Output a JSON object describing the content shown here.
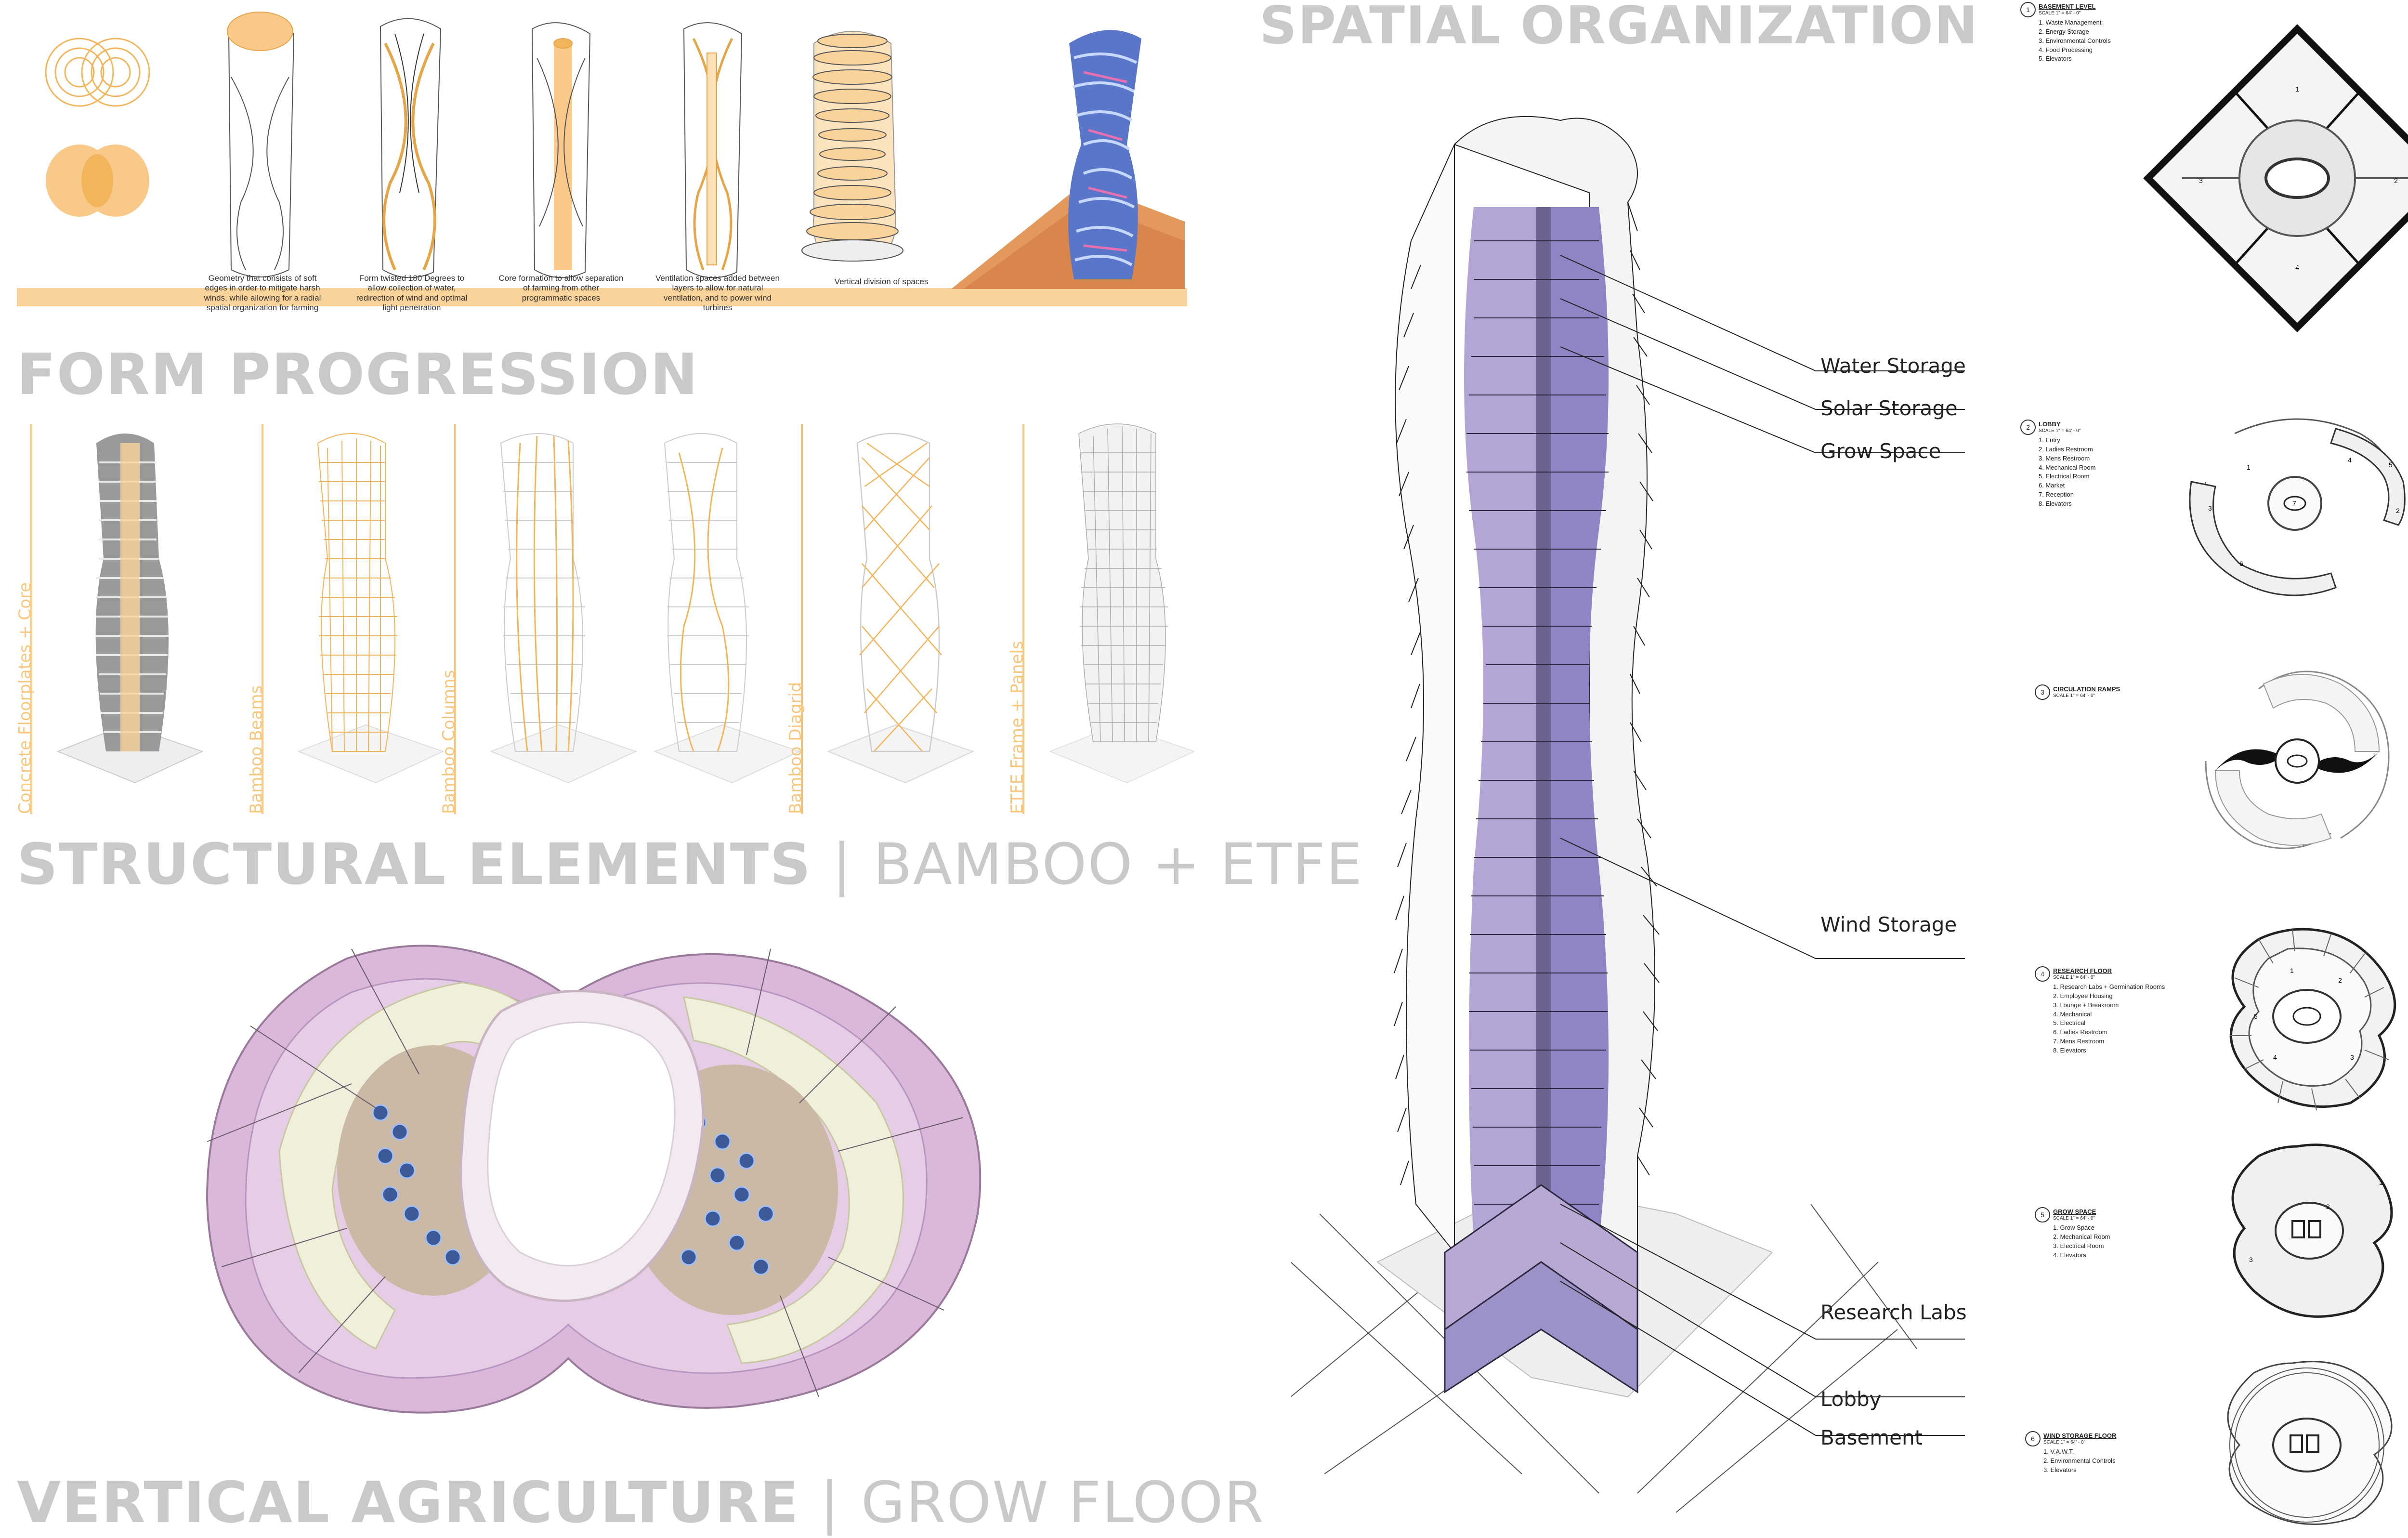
{
  "headings": {
    "form_progression": "FORM PROGRESSION",
    "structural_elements_bold": "STRUCTURAL ELEMENTS",
    "structural_elements_light": "BAMBOO + ETFE",
    "vertical_agriculture_bold": "VERTICAL AGRICULTURE",
    "vertical_agriculture_light": "GROW FLOOR",
    "spatial_organization": "SPATIAL ORGANIZATION",
    "divider": "|"
  },
  "form_steps": [
    {
      "caption": "Geometry that consists of soft edges in order to mitigate harsh winds, while allowing for a radial spatial organization for farming"
    },
    {
      "caption": "Form twisted 180 Degrees to allow collection of water, redirection of wind and optimal light penetration"
    },
    {
      "caption": "Core formation to allow separation of farming from other programmatic spaces"
    },
    {
      "caption": "Ventilation spaces added between layers to allow for natural ventilation, and to power wind turbines"
    },
    {
      "caption": "Vertical division of spaces"
    }
  ],
  "structural_labels": [
    "Concrete Floorplates + Core",
    "Bamboo Beams",
    "Bamboo Columns",
    "Bamboo Diagrid",
    "ETFE Frame + Panels"
  ],
  "section_labels": [
    "Water Storage",
    "Solar Storage",
    "Grow Space",
    "Wind Storage",
    "Research Labs",
    "Lobby",
    "Basement"
  ],
  "plans": [
    {
      "number": "1",
      "title": "BASEMENT LEVEL",
      "scale": "SCALE 1\" = 64' - 0\"",
      "items": [
        "1. Waste Management",
        "2. Energy Storage",
        "3. Environmental Controls",
        "4. Food Processing",
        "5. Elevators"
      ],
      "marks": [
        "1",
        "2",
        "3",
        "4"
      ]
    },
    {
      "number": "2",
      "title": "LOBBY",
      "scale": "SCALE 1\" = 64' - 0\"",
      "items": [
        "1. Entry",
        "2. Ladies Restroom",
        "3. Mens Restroom",
        "4. Mechanical Room",
        "5. Electrical Room",
        "6. Market",
        "7. Reception",
        "8. Elevators"
      ],
      "marks": [
        "1",
        "2",
        "3",
        "4",
        "5",
        "6",
        "7"
      ]
    },
    {
      "number": "3",
      "title": "CIRCULATION RAMPS",
      "scale": "SCALE 1\" = 64' - 0\"",
      "items": [],
      "marks": []
    },
    {
      "number": "4",
      "title": "RESEARCH FLOOR",
      "scale": "SCALE 1\" = 64' - 0\"",
      "items": [
        "1. Research Labs + Germination Rooms",
        "2. Employee Housing",
        "3. Lounge + Breakroom",
        "4. Mechanical",
        "5. Electrical",
        "6. Ladies Restroom",
        "7. Mens Restroom",
        "8. Elevators"
      ],
      "marks": [
        "1",
        "2",
        "3",
        "4",
        "5"
      ]
    },
    {
      "number": "5",
      "title": "GROW SPACE",
      "scale": "SCALE 1\" = 64' - 0\"",
      "items": [
        "1. Grow Space",
        "2. Mechanical Room",
        "3. Electrical Room",
        "4. Elevators"
      ],
      "marks": [
        "1",
        "2",
        "3"
      ]
    },
    {
      "number": "6",
      "title": "WIND STORAGE FLOOR",
      "scale": "SCALE 1\" = 64' - 0\"",
      "items": [
        "1. V.A.W.T.",
        "2. Environmental Controls",
        "3. Elevators"
      ],
      "marks": []
    }
  ],
  "colors": {
    "accent_orange": "#f7c77e",
    "accent_orange_fill": "#f9c98a",
    "heading_gray": "#c9c9c9",
    "section_purple": "#8b7fb8",
    "floor_pink": "#d9b8d9"
  }
}
